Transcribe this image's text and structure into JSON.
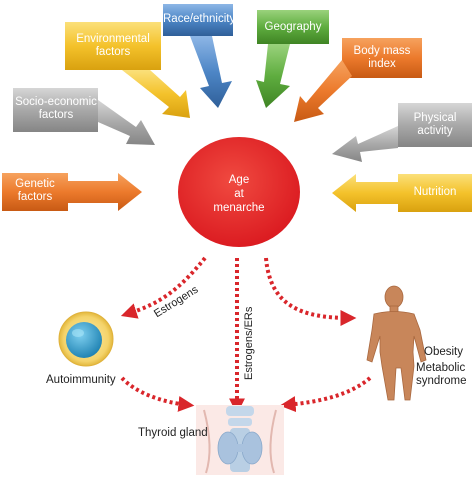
{
  "factors": [
    {
      "id": "genetic",
      "line1": "Genetic",
      "line2": "factors",
      "color": "#e7772e"
    },
    {
      "id": "socio",
      "line1": "Socio-economic",
      "line2": "factors",
      "color": "#a6a6a6"
    },
    {
      "id": "environmental",
      "line1": "Environmental",
      "line2": "factors",
      "color": "#f2c12e"
    },
    {
      "id": "race",
      "line1": "Race/ethnicity",
      "line2": "",
      "color": "#4d86c6"
    },
    {
      "id": "geography",
      "line1": "Geography",
      "line2": "",
      "color": "#5fad3f"
    },
    {
      "id": "bmi",
      "line1": "Body mass",
      "line2": "index",
      "color": "#e7772e"
    },
    {
      "id": "physical",
      "line1": "Physical",
      "line2": "activity",
      "color": "#a6a6a6"
    },
    {
      "id": "nutrition",
      "line1": "Nutrition",
      "line2": "",
      "color": "#f2c12e"
    }
  ],
  "center": {
    "line1": "Age",
    "line2": "at",
    "line3": "menarche",
    "color": "#e8242b"
  },
  "arrow_labels": {
    "estrogens": "Estrogens",
    "estrogens_ers": "Estrogens/ERs"
  },
  "outcomes": {
    "autoimmunity": "Autoimmunity",
    "obesity": "Obesity",
    "metabolic_line1": "Metabolic",
    "metabolic_line2": "syndrome",
    "thyroid": "Thyroid gland"
  },
  "colors": {
    "dotted_arrow": "#d9262b",
    "body": "#c8865a",
    "cell_outer": "#f4d36a",
    "cell_nucleus": "#2a9fd1"
  }
}
